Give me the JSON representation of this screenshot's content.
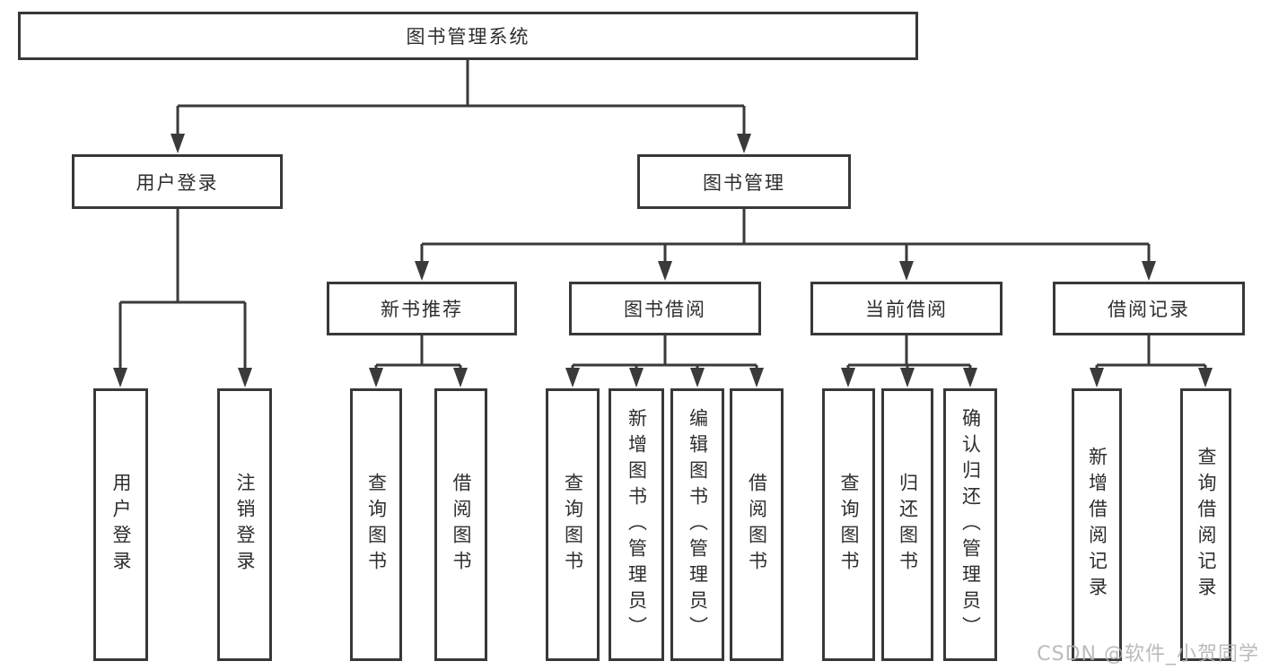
{
  "diagram_title": "图书管理系统",
  "colors": {
    "line": "#3a3a3a",
    "box_border": "#383838",
    "text": "#2e2e2e",
    "background": "#ffffff",
    "watermark": "#b2b2b2"
  },
  "root": {
    "label": "图书管理系统"
  },
  "level2": [
    {
      "label": "用户登录"
    },
    {
      "label": "图书管理"
    }
  ],
  "level3": [
    {
      "label": "新书推荐"
    },
    {
      "label": "图书借阅"
    },
    {
      "label": "当前借阅"
    },
    {
      "label": "借阅记录"
    }
  ],
  "leaves": {
    "user_login": [
      {
        "label": "用户登录"
      },
      {
        "label": "注销登录"
      }
    ],
    "new_book": [
      {
        "label": "查询图书"
      },
      {
        "label": "借阅图书"
      }
    ],
    "book_borrow": [
      {
        "label": "查询图书"
      },
      {
        "label": "新增图书（管理员）"
      },
      {
        "label": "编辑图书（管理员）"
      },
      {
        "label": "借阅图书"
      }
    ],
    "current_borrow": [
      {
        "label": "查询图书"
      },
      {
        "label": "归还图书"
      },
      {
        "label": "确认归还（管理员）"
      }
    ],
    "borrow_record": [
      {
        "label": "新增借阅记录"
      },
      {
        "label": "查询借阅记录"
      }
    ]
  },
  "watermark": {
    "text": "CSDN @软件_小贺同学"
  }
}
